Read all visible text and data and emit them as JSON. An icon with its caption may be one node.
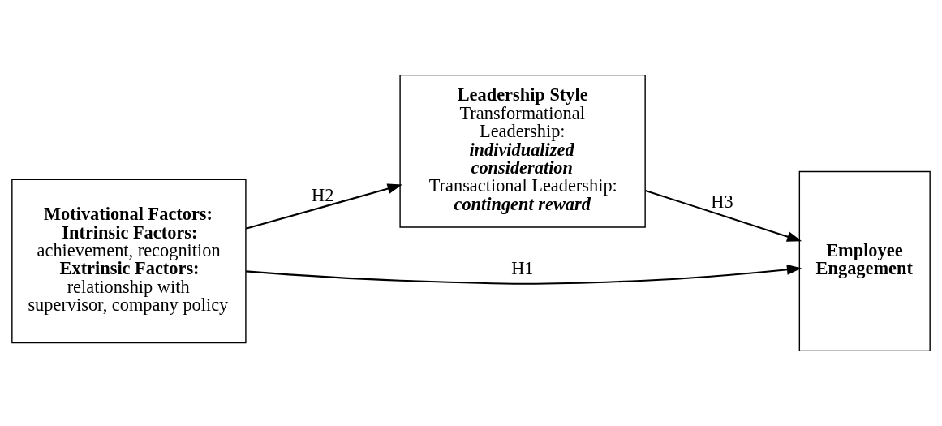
{
  "diagram": {
    "nodes": [
      {
        "text": [
          "Motivational Factors:",
          "Intrinsic Factors:",
          "achievement, recognition",
          "Extrinsic Factors:",
          "relationship with supervisor, company policy"
        ]
      },
      {
        "text": [
          "Leadership Style",
          "Transformational Leadership:",
          "individualized consideration",
          "Transactional Leadership:",
          "contingent reward"
        ]
      },
      {
        "text": [
          "Employee Engagement"
        ]
      }
    ],
    "edges": [
      {
        "from": 0,
        "to": 1,
        "arrow": "to",
        "label": "H2"
      },
      {
        "from": 1,
        "to": 2,
        "arrow": "to",
        "label": "H3"
      },
      {
        "from": 0,
        "to": 2,
        "arrow": "to",
        "label": "H1"
      }
    ]
  }
}
